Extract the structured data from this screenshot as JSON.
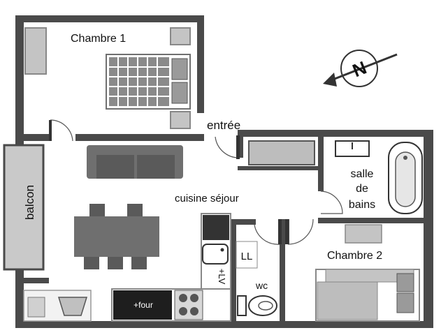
{
  "rooms": {
    "chambre1": "Chambre 1",
    "entree": "entrée",
    "salle_de_bains": [
      "salle",
      "de",
      "bains"
    ],
    "balcon": "balcon",
    "cuisine_sejour": "cuisine séjour",
    "chambre2": "Chambre 2",
    "wc": "wc"
  },
  "appliances": {
    "four": "+four",
    "lave_vaisselle": "+LV",
    "rangement": "LL"
  },
  "compass": {
    "label": "N"
  },
  "colors": {
    "wall": "#4a4a4a",
    "furniture": "#6f6f6f",
    "furniture_light": "#bdbdbd",
    "balcony": "#c9c9c9",
    "floor": "#ffffff"
  }
}
